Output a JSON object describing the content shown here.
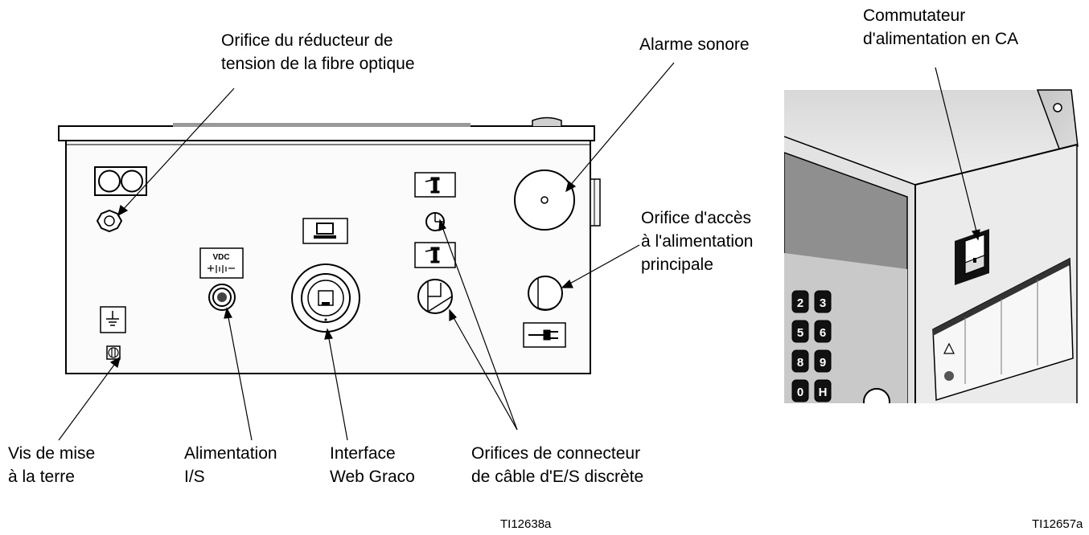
{
  "labels": {
    "fiber_optic": [
      "Orifice du réducteur de",
      "tension de la fibre optique"
    ],
    "alarm": "Alarme sonore",
    "ac_switch": [
      "Commutateur",
      "d'alimentation en CA"
    ],
    "main_power": [
      "Orifice d'accès",
      "à l'alimentation",
      "principale"
    ],
    "ground": [
      "Vis de mise",
      "à la terre"
    ],
    "io_power": [
      "Alimentation",
      "I/S"
    ],
    "web_interface": [
      "Interface",
      "Web Graco"
    ],
    "discrete_io": [
      "Orifices de connecteur",
      "de câble d'E/S discrète"
    ]
  },
  "panel_marks": {
    "vdc": "VDC"
  },
  "figure_ids": {
    "left": "TI12638a",
    "right": "TI12657a"
  },
  "keypad_keys": [
    "2",
    "3",
    "5",
    "6",
    "8",
    "9",
    "0",
    "H"
  ]
}
